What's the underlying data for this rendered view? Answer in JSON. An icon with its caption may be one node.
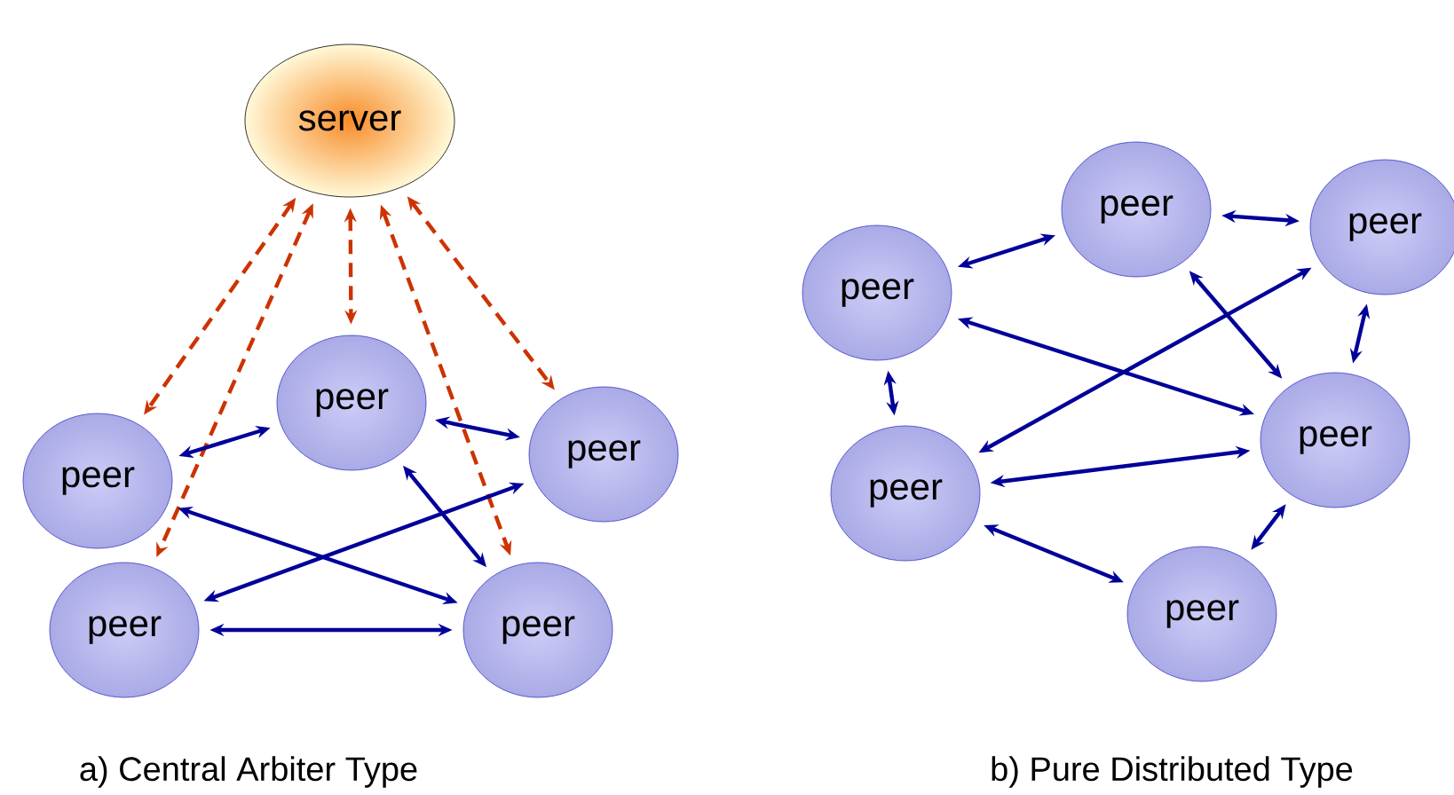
{
  "diagram": {
    "nodes": [
      {
        "text": [
          "server"
        ]
      },
      {
        "text": [
          "peer"
        ]
      },
      {
        "text": [
          "peer"
        ]
      },
      {
        "text": [
          "peer"
        ]
      },
      {
        "text": [
          "peer"
        ]
      },
      {
        "text": [
          "peer"
        ]
      },
      {
        "text": [
          "peer"
        ]
      },
      {
        "text": [
          "peer"
        ]
      },
      {
        "text": [
          "peer"
        ]
      },
      {
        "text": [
          "peer"
        ]
      },
      {
        "text": [
          "peer"
        ]
      },
      {
        "text": [
          "peer"
        ]
      }
    ],
    "edges": [
      {
        "from": 0,
        "to": 2,
        "arrow": "both",
        "style": "dashed",
        "color": "#cc3300"
      },
      {
        "from": 0,
        "to": 4,
        "arrow": "both",
        "style": "dashed",
        "color": "#cc3300"
      },
      {
        "from": 0,
        "to": 1,
        "arrow": "both",
        "style": "dashed",
        "color": "#cc3300"
      },
      {
        "from": 0,
        "to": 5,
        "arrow": "both",
        "style": "dashed",
        "color": "#cc3300"
      },
      {
        "from": 0,
        "to": 3,
        "arrow": "both",
        "style": "dashed",
        "color": "#cc3300"
      },
      {
        "from": 2,
        "to": 1,
        "arrow": "both"
      },
      {
        "from": 1,
        "to": 3,
        "arrow": "both"
      },
      {
        "from": 1,
        "to": 5,
        "arrow": "both"
      },
      {
        "from": 2,
        "to": 5,
        "arrow": "both"
      },
      {
        "from": 4,
        "to": 3,
        "arrow": "both"
      },
      {
        "from": 4,
        "to": 5,
        "arrow": "both"
      },
      {
        "from": 8,
        "to": 6,
        "arrow": "both"
      },
      {
        "from": 6,
        "to": 7,
        "arrow": "both"
      },
      {
        "from": 8,
        "to": 10,
        "arrow": "both"
      },
      {
        "from": 6,
        "to": 10,
        "arrow": "both"
      },
      {
        "from": 9,
        "to": 7,
        "arrow": "both"
      },
      {
        "from": 8,
        "to": 9,
        "arrow": "both"
      },
      {
        "from": 7,
        "to": 10,
        "arrow": "both"
      },
      {
        "from": 9,
        "to": 10,
        "arrow": "both"
      },
      {
        "from": 9,
        "to": 11,
        "arrow": "both"
      },
      {
        "from": 11,
        "to": 10,
        "arrow": "both"
      }
    ],
    "labels": [
      "a) Central Arbiter Type",
      "b) Pure Distributed Type"
    ]
  }
}
